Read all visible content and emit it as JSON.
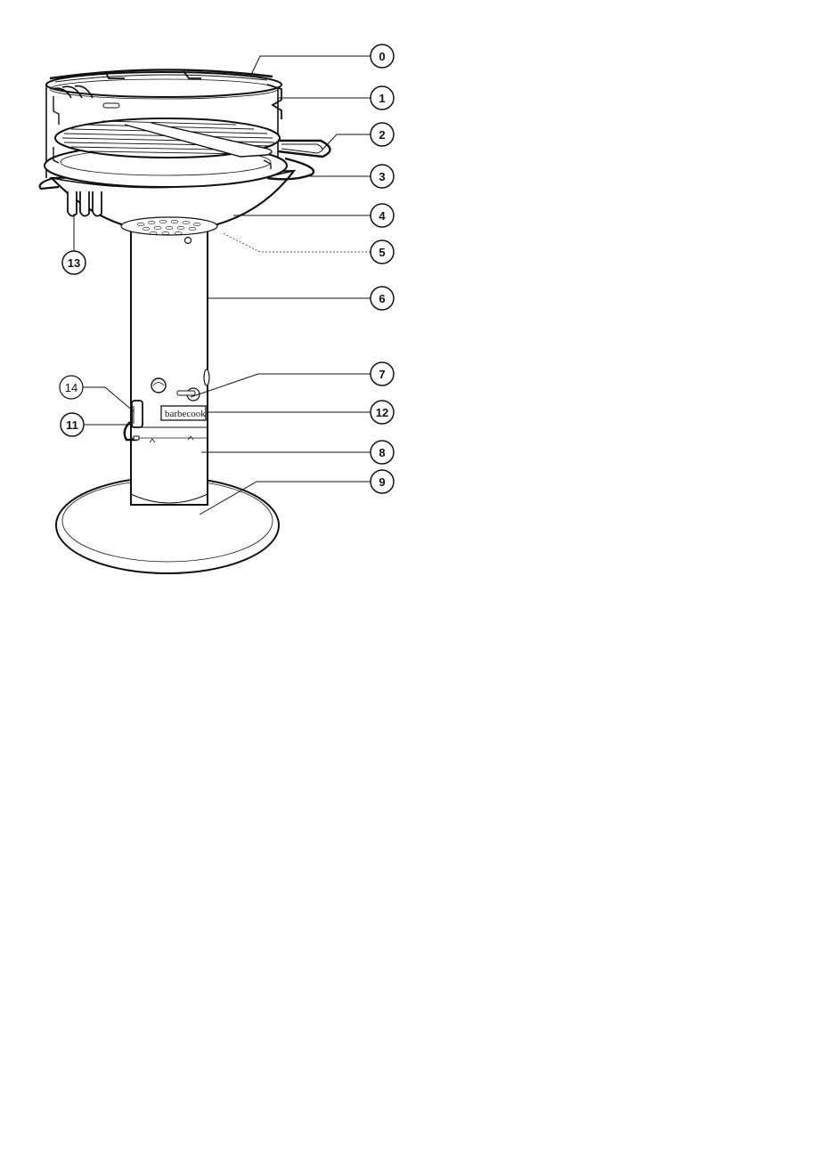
{
  "brand_label": "barbecook",
  "callouts": [
    {
      "id": "callout-0",
      "label": "0"
    },
    {
      "id": "callout-1",
      "label": "1"
    },
    {
      "id": "callout-2",
      "label": "2"
    },
    {
      "id": "callout-3",
      "label": "3"
    },
    {
      "id": "callout-4",
      "label": "4"
    },
    {
      "id": "callout-5",
      "label": "5"
    },
    {
      "id": "callout-6",
      "label": "6"
    },
    {
      "id": "callout-7",
      "label": "7"
    },
    {
      "id": "callout-12",
      "label": "12"
    },
    {
      "id": "callout-8",
      "label": "8"
    },
    {
      "id": "callout-9",
      "label": "9"
    },
    {
      "id": "callout-13",
      "label": "13"
    },
    {
      "id": "callout-14",
      "label": "14"
    },
    {
      "id": "callout-11",
      "label": "11"
    }
  ]
}
